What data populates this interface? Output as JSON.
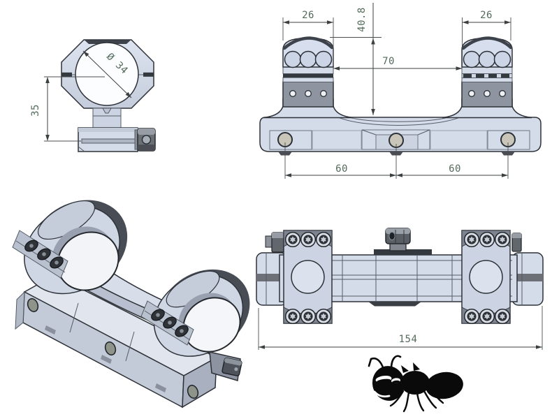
{
  "colors": {
    "background": "#ffffff",
    "outline": "#2e3238",
    "dimension_text": "#546b5c",
    "dimension_line": "#3c4042",
    "body_light": "#d4dcea",
    "body_shade": "#c4cbd8",
    "body_gray": "#8e95a0",
    "band_dark": "#34383f",
    "bolt_tan": "#c9c6b9",
    "ant_black": "#0a0a0a"
  },
  "views": {
    "ring_side": {
      "dims": {
        "height": "35",
        "diameter": "Ø 34"
      }
    },
    "front": {
      "dims": {
        "ring_width_left": "26",
        "overall_height": "40.8",
        "ring_width_right": "26",
        "ring_spacing": "70",
        "bolt_spacing_left": "60",
        "bolt_spacing_right": "60"
      }
    },
    "top": {
      "dims": {
        "overall_length": "154"
      }
    }
  }
}
